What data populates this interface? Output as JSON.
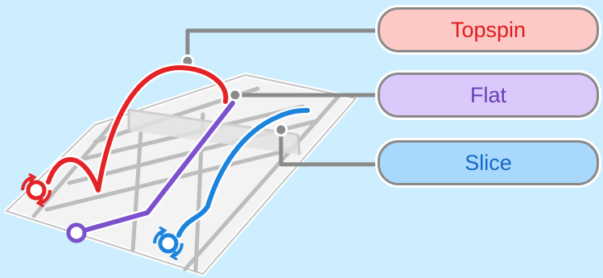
{
  "labels": {
    "topspin": "Topspin",
    "flat": "Flat",
    "slice": "Slice"
  },
  "colors": {
    "background": "#cdeefe",
    "court_fill": "#f3f3f3",
    "court_line": "#b9b9b9",
    "connector": "#8a8a8a",
    "topspin_stroke": "#e42326",
    "topspin_fill": "#fcc9c6",
    "topspin_text": "#e21b1b",
    "flat_stroke": "#7b52cc",
    "flat_fill": "#dcc9fb",
    "flat_text": "#6a3fb8",
    "slice_stroke": "#1c84dd",
    "slice_fill": "#a8d9fc",
    "slice_text": "#1667c9"
  },
  "icons": {
    "topspin_start": "topspin-rotation-ball-icon",
    "flat_start": "flat-ball-icon",
    "slice_start": "slice-rotation-ball-icon"
  }
}
